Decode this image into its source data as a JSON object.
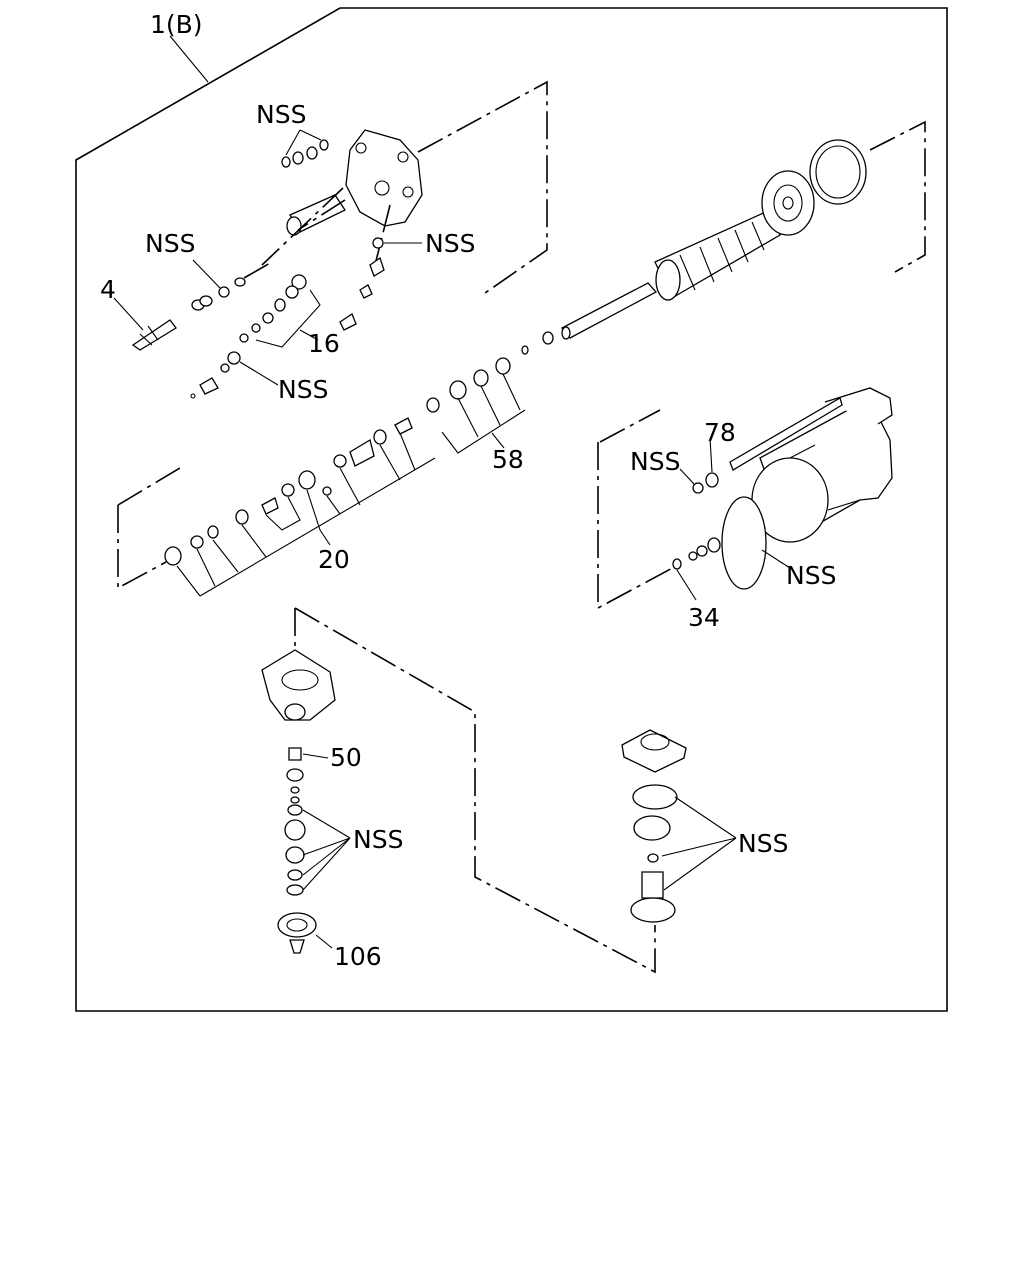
{
  "diagram": {
    "assembly_label": "1(B)",
    "callouts": {
      "nss_top": "NSS",
      "item_4": "4",
      "nss_left": "NSS",
      "nss_right_upper": "NSS",
      "item_16": "16",
      "nss_mid": "NSS",
      "item_58": "58",
      "item_78": "78",
      "nss_cylinder_seal": "NSS",
      "nss_cylinder_ring": "NSS",
      "item_20": "20",
      "item_34": "34",
      "item_50": "50",
      "nss_valve_left": "NSS",
      "item_106": "106",
      "nss_valve_right": "NSS"
    }
  }
}
